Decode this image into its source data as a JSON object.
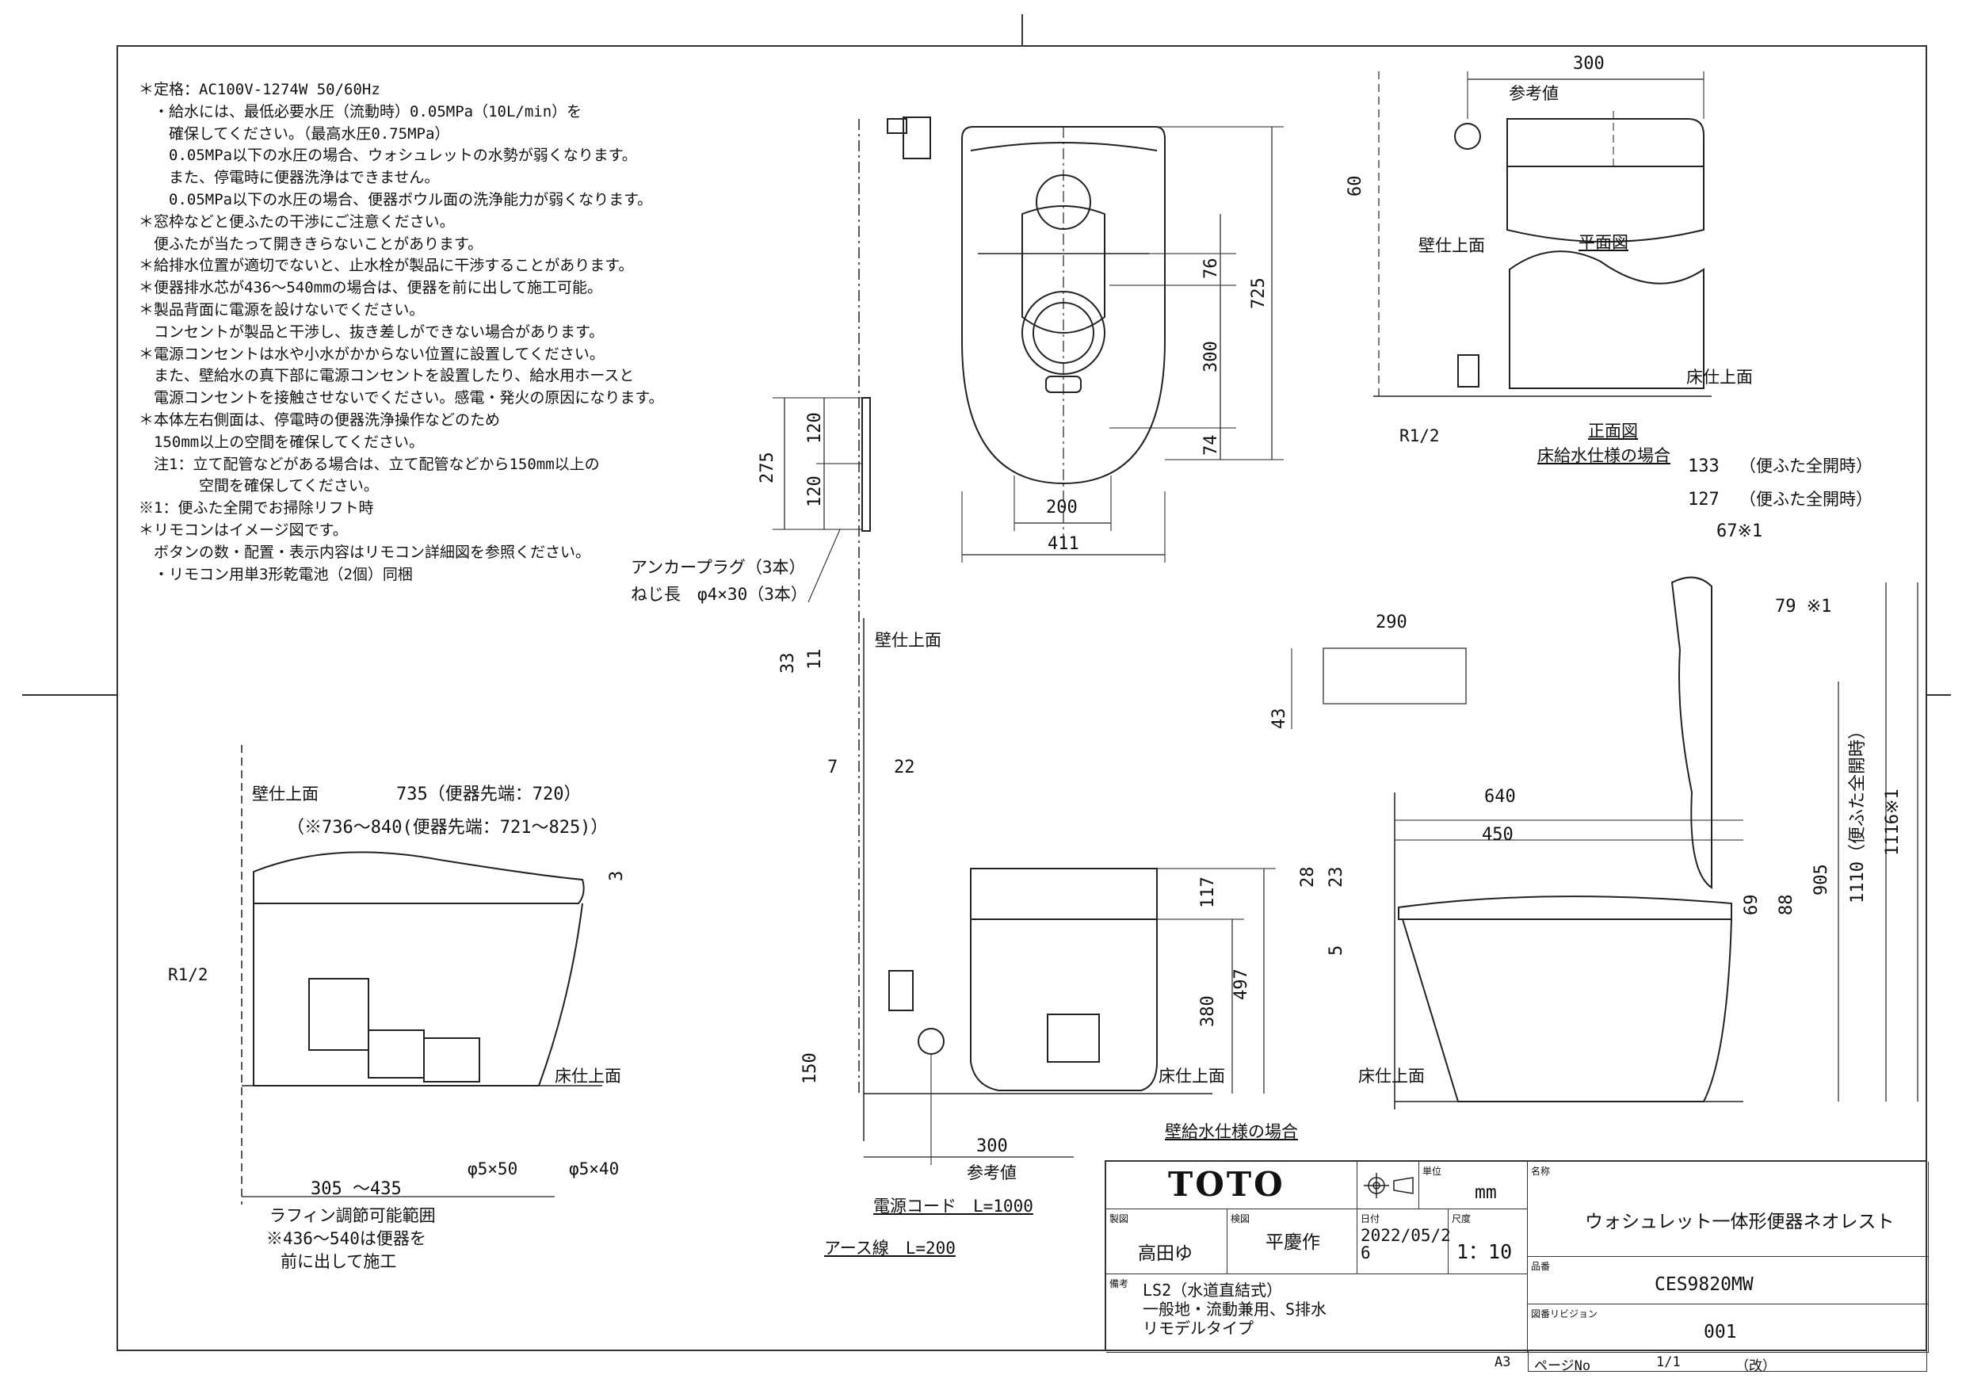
{
  "notes": [
    "＊定格：AC100V-1274W 50/60Hz",
    "　・給水には、最低必要水圧（流動時）0.05MPa（10L/min）を",
    "　　確保してください。（最高水圧0.75MPa）",
    "　　0.05MPa以下の水圧の場合、ウォシュレットの水勢が弱くなります。",
    "　　また、停電時に便器洗浄はできません。",
    "　　0.05MPa以下の水圧の場合、便器ボウル面の洗浄能力が弱くなります。",
    "＊窓枠などと便ふたの干渉にご注意ください。",
    "　便ふたが当たって開ききらないことがあります。",
    "＊給排水位置が適切でないと、止水栓が製品に干渉することがあります。",
    "＊便器排水芯が436～540mmの場合は、便器を前に出して施工可能。",
    "＊製品背面に電源を設けないでください。",
    "　コンセントが製品と干渉し、抜き差しができない場合があります。",
    "＊電源コンセントは水や小水がかからない位置に設置してください。",
    "　また、壁給水の真下部に電源コンセントを設置したり、給水用ホースと",
    "　電源コンセントを接触させないでください。感電・発火の原因になります。",
    "＊本体左右側面は、停電時の便器洗浄操作などのため",
    "　150mm以上の空間を確保してください。",
    "　注1：立て配管などがある場合は、立て配管などから150mm以上の",
    "　　　　空間を確保してください。",
    "※1：便ふた全開でお掃除リフト時",
    "＊リモコンはイメージ図です。",
    "　ボタンの数・配置・表示内容はリモコン詳細図を参照ください。",
    "　・リモコン用単3形乾電池（2個）同梱"
  ],
  "labels": {
    "wall_top": "壁仕上面",
    "floor_top": "床仕上面",
    "plan_view": "平面図",
    "front_view": "正面図",
    "floor_supply": "床給水仕様の場合",
    "wall_supply": "壁給水仕様の場合",
    "ref_value": "参考値",
    "r12": "R1/2",
    "anchor1": "アンカープラグ（3本）",
    "anchor2": "ねじ長　φ4×30（3本）",
    "power_cord": "電源コード　L=1000",
    "earth_wire": "アース線　L=200",
    "raffin1": "ラフィン調節可能範囲",
    "raffin2": "※436～540は便器を",
    "raffin3": "前に出して施工",
    "phi550": "φ5×50",
    "phi540": "φ5×40",
    "lid_open": "（便ふた全開時）"
  },
  "dims": {
    "d300_top": "300",
    "d60": "60",
    "d725": "725",
    "d76": "76",
    "d300": "300",
    "d74": "74",
    "d200": "200",
    "d411": "411",
    "d275": "275",
    "d120a": "120",
    "d120b": "120",
    "d133": "133",
    "d127": "127",
    "d67": "67※1",
    "d79": "79 ※1",
    "d290": "290",
    "d43": "43",
    "d33": "33",
    "d11": "11",
    "d7": "7",
    "d22": "22",
    "d735": "735（便器先端：720）",
    "d736": "（※736～840(便器先端：721～825)）",
    "d3": "3",
    "d117": "117",
    "d497": "497",
    "d380": "380",
    "d150": "150",
    "d640": "640",
    "d450": "450",
    "d28": "28",
    "d23": "23",
    "d5": "5",
    "d69": "69",
    "d88": "88",
    "d905": "905",
    "d1110": "1110（便ふた全開時）",
    "d1116": "1116※1",
    "d305": "305 ～435",
    "d300_bot": "300"
  },
  "title_block": {
    "logo": "TOTO",
    "unit_cap": "単位",
    "unit": "mm",
    "name_cap": "名称",
    "name": "ウォシュレット一体形便器ネオレスト",
    "drafter_cap": "製図",
    "drafter": "高田ゆ",
    "check_cap": "検図",
    "check": "平慶作",
    "date_cap": "日付",
    "date": "2022/05/2\n6",
    "scale_cap": "尺度",
    "scale": "1：10",
    "code_cap": "品番",
    "code": "CES9820MW",
    "rev_cap": "図番リビジョン",
    "rev": "001",
    "remarks_cap": "備考",
    "remarks": "LS2（水道直結式）\n一般地・流動兼用、S排水\nリモデルタイプ",
    "page_cap": "ページNo",
    "page": "1/1",
    "page_mark": "（改）",
    "paper": "A3"
  }
}
